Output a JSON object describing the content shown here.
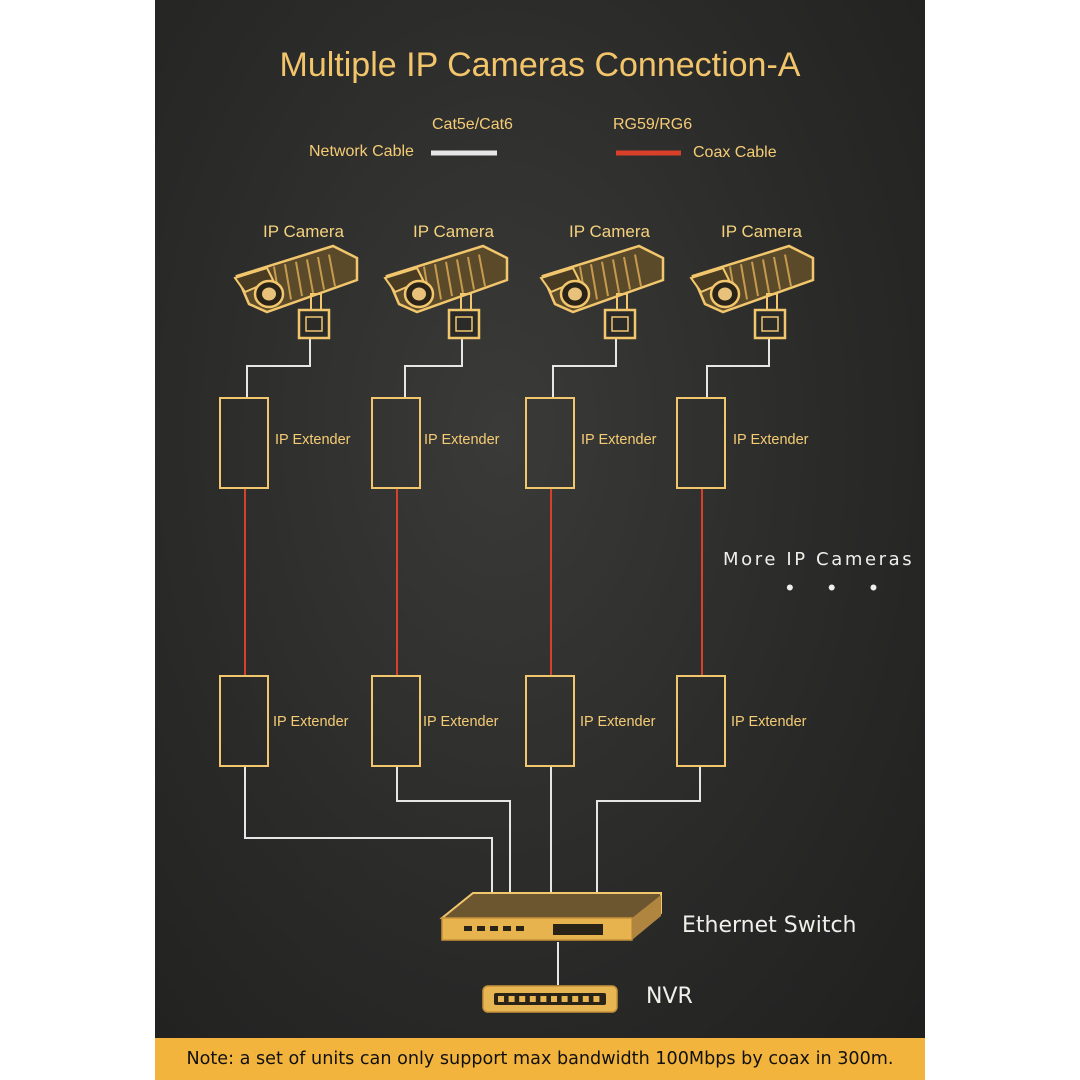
{
  "title": "Multiple IP Cameras Connection-A",
  "legend": {
    "network_spec": "Cat5e/Cat6",
    "network_label": "Network Cable",
    "coax_spec": "RG59/RG6",
    "coax_label": "Coax Cable"
  },
  "cameras": [
    {
      "label": "IP Camera",
      "top_extender": "IP Extender",
      "bottom_extender": "IP Extender"
    },
    {
      "label": "IP Camera",
      "top_extender": "IP Extender",
      "bottom_extender": "IP Extender"
    },
    {
      "label": "IP Camera",
      "top_extender": "IP Extender",
      "bottom_extender": "IP Extender"
    },
    {
      "label": "IP Camera",
      "top_extender": "IP Extender",
      "bottom_extender": "IP Extender"
    }
  ],
  "more_cameras": "More IP Cameras",
  "dots": "• • •",
  "switch_label": "Ethernet Switch",
  "nvr_label": "NVR",
  "note": "Note: a set of units can only support max bandwidth 100Mbps by coax in 300m.",
  "colors": {
    "network_cable": "#e6e6e6",
    "coax_cable": "#d8402a",
    "accent": "#f2c66d",
    "note_bar": "#f2b43c"
  }
}
